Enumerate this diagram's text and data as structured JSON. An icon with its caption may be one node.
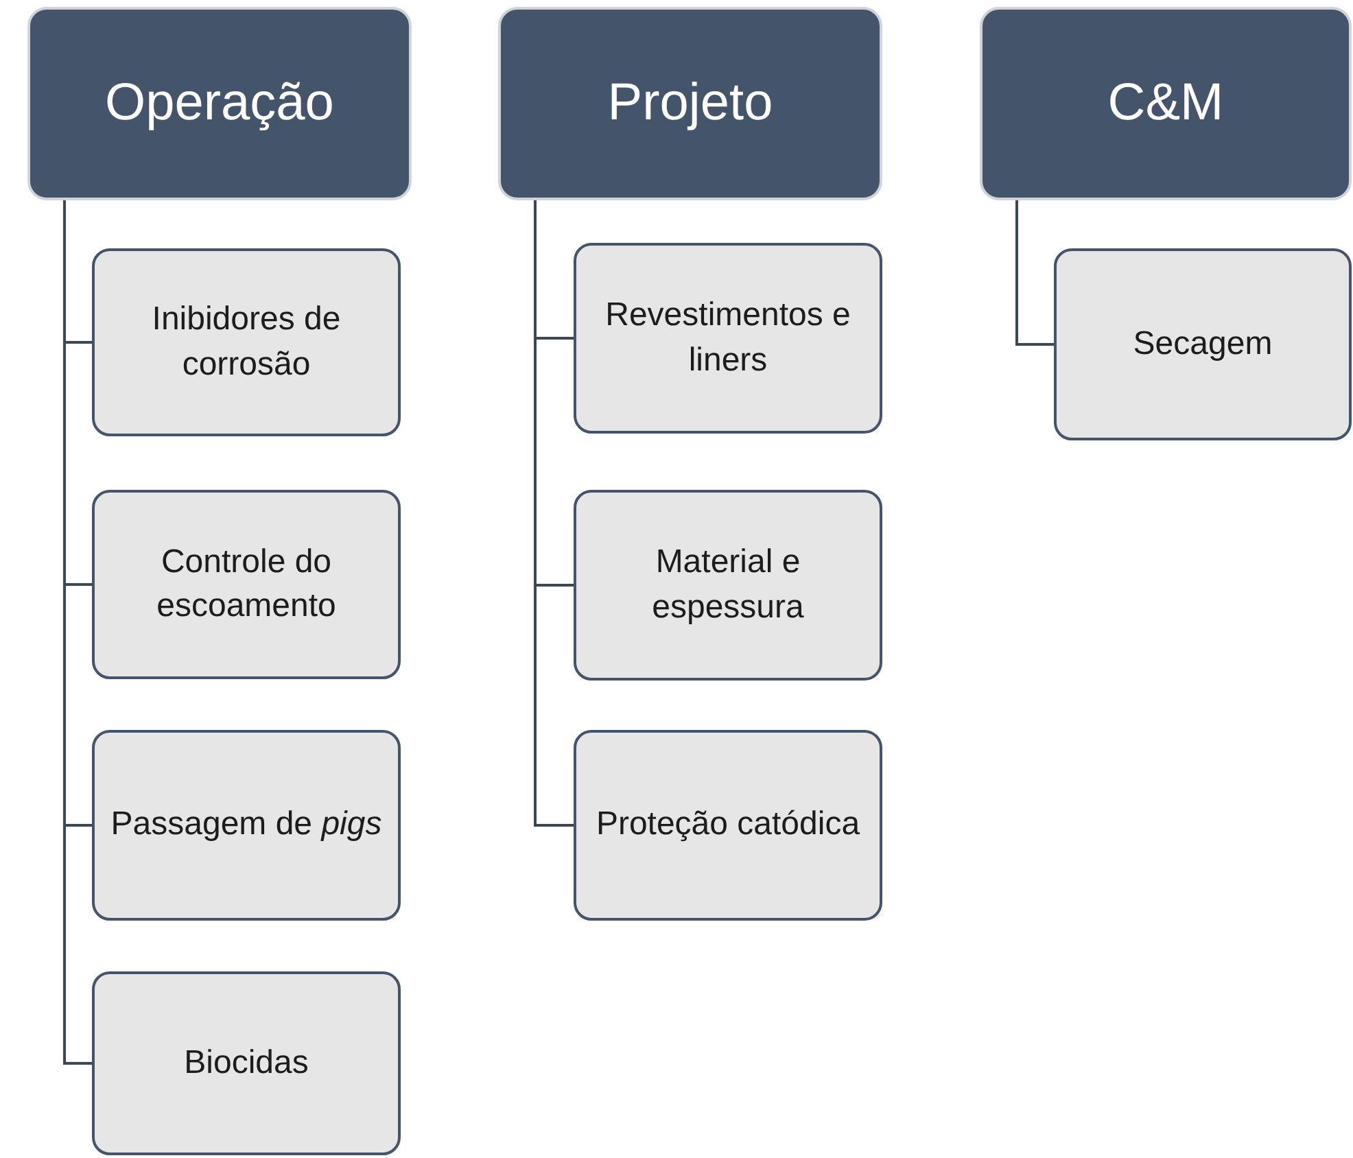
{
  "diagram": {
    "nodes": [
      {
        "text": [
          "Operação"
        ]
      },
      {
        "text": [
          "Inibidores de corrosão"
        ]
      },
      {
        "text": [
          "Controle do escoamento"
        ]
      },
      {
        "text": [
          "Passagem de *pigs*"
        ]
      },
      {
        "text": [
          "Biocidas"
        ]
      },
      {
        "text": [
          "Projeto"
        ]
      },
      {
        "text": [
          "Revestimentos e liners"
        ]
      },
      {
        "text": [
          "Material e espessura"
        ]
      },
      {
        "text": [
          "Proteção catódica"
        ]
      },
      {
        "text": [
          "C&M"
        ]
      },
      {
        "text": [
          "Secagem"
        ]
      }
    ],
    "edges": [
      {
        "from": 0,
        "to": 1,
        "arrow": "none"
      },
      {
        "from": 0,
        "to": 2,
        "arrow": "none"
      },
      {
        "from": 0,
        "to": 3,
        "arrow": "none"
      },
      {
        "from": 0,
        "to": 4,
        "arrow": "none"
      },
      {
        "from": 5,
        "to": 6,
        "arrow": "none"
      },
      {
        "from": 5,
        "to": 7,
        "arrow": "none"
      },
      {
        "from": 5,
        "to": 8,
        "arrow": "none"
      },
      {
        "from": 9,
        "to": 10,
        "arrow": "none"
      }
    ]
  }
}
